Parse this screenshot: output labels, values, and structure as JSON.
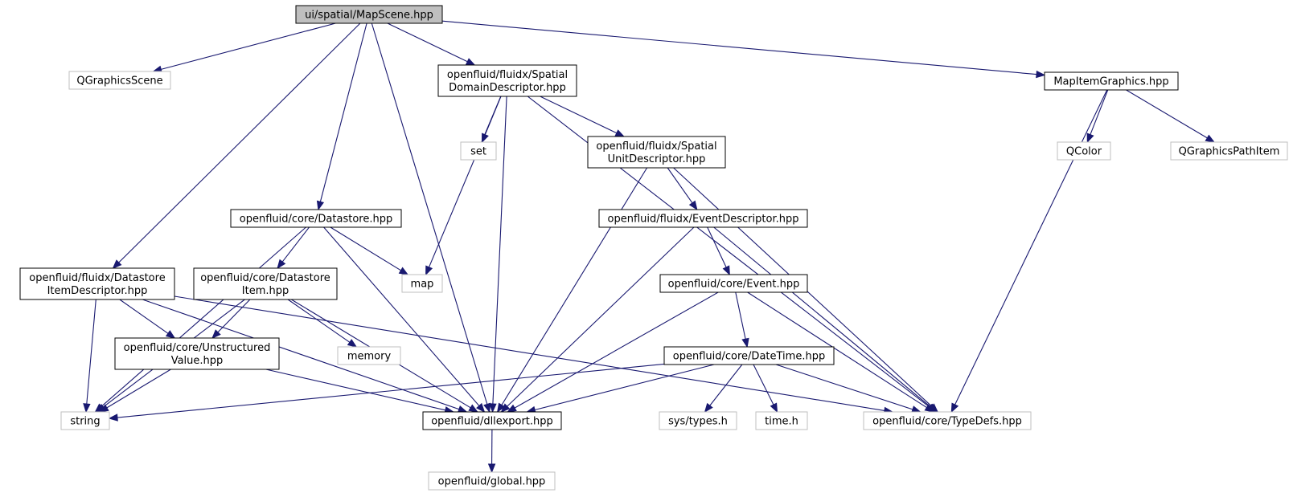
{
  "diagram": {
    "colors": {
      "edge": "#191970",
      "root_fill": "#bfbfbf",
      "node_border": "#000000",
      "external_border": "#bfbfbf",
      "background": "#ffffff"
    },
    "nodes": [
      {
        "id": "n_mapscene",
        "lines": [
          "ui/spatial/MapScene.hpp"
        ],
        "kind": "root"
      },
      {
        "id": "n_qgraphicsscene",
        "lines": [
          "QGraphicsScene"
        ],
        "kind": "external"
      },
      {
        "id": "n_spatialdomain",
        "lines": [
          "openfluid/fluidx/Spatial",
          "DomainDescriptor.hpp"
        ],
        "kind": "local"
      },
      {
        "id": "n_mapitemgraphics",
        "lines": [
          "MapItemGraphics.hpp"
        ],
        "kind": "local"
      },
      {
        "id": "n_set",
        "lines": [
          "set"
        ],
        "kind": "external"
      },
      {
        "id": "n_spatialunit",
        "lines": [
          "openfluid/fluidx/Spatial",
          "UnitDescriptor.hpp"
        ],
        "kind": "local"
      },
      {
        "id": "n_qcolor",
        "lines": [
          "QColor"
        ],
        "kind": "external"
      },
      {
        "id": "n_qgraphicspathitem",
        "lines": [
          "QGraphicsPathItem"
        ],
        "kind": "external"
      },
      {
        "id": "n_datastore",
        "lines": [
          "openfluid/core/Datastore.hpp"
        ],
        "kind": "local"
      },
      {
        "id": "n_eventdescriptor",
        "lines": [
          "openfluid/fluidx/EventDescriptor.hpp"
        ],
        "kind": "local"
      },
      {
        "id": "n_datastoreitemdesc",
        "lines": [
          "openfluid/fluidx/Datastore",
          "ItemDescriptor.hpp"
        ],
        "kind": "local"
      },
      {
        "id": "n_datastoreitem",
        "lines": [
          "openfluid/core/Datastore",
          "Item.hpp"
        ],
        "kind": "local"
      },
      {
        "id": "n_map",
        "lines": [
          "map"
        ],
        "kind": "external"
      },
      {
        "id": "n_event",
        "lines": [
          "openfluid/core/Event.hpp"
        ],
        "kind": "local"
      },
      {
        "id": "n_unstructured",
        "lines": [
          "openfluid/core/Unstructured",
          "Value.hpp"
        ],
        "kind": "local"
      },
      {
        "id": "n_memory",
        "lines": [
          "memory"
        ],
        "kind": "external"
      },
      {
        "id": "n_datetime",
        "lines": [
          "openfluid/core/DateTime.hpp"
        ],
        "kind": "local"
      },
      {
        "id": "n_string",
        "lines": [
          "string"
        ],
        "kind": "external"
      },
      {
        "id": "n_dllexport",
        "lines": [
          "openfluid/dllexport.hpp"
        ],
        "kind": "local"
      },
      {
        "id": "n_systypes",
        "lines": [
          "sys/types.h"
        ],
        "kind": "external"
      },
      {
        "id": "n_timeh",
        "lines": [
          "time.h"
        ],
        "kind": "external"
      },
      {
        "id": "n_typedefs",
        "lines": [
          "openfluid/core/TypeDefs.hpp"
        ],
        "kind": "external"
      },
      {
        "id": "n_global",
        "lines": [
          "openfluid/global.hpp"
        ],
        "kind": "external"
      }
    ],
    "edges": [
      {
        "from": "n_mapscene",
        "to": "n_qgraphicsscene"
      },
      {
        "from": "n_mapscene",
        "to": "n_spatialdomain"
      },
      {
        "from": "n_mapscene",
        "to": "n_mapitemgraphics"
      },
      {
        "from": "n_mapscene",
        "to": "n_datastore"
      },
      {
        "from": "n_mapscene",
        "to": "n_datastoreitemdesc"
      },
      {
        "from": "n_mapscene",
        "to": "n_dllexport"
      },
      {
        "from": "n_spatialdomain",
        "to": "n_set"
      },
      {
        "from": "n_spatialdomain",
        "to": "n_spatialunit"
      },
      {
        "from": "n_spatialdomain",
        "to": "n_map"
      },
      {
        "from": "n_spatialdomain",
        "to": "n_dllexport"
      },
      {
        "from": "n_spatialdomain",
        "to": "n_typedefs"
      },
      {
        "from": "n_mapitemgraphics",
        "to": "n_qcolor"
      },
      {
        "from": "n_mapitemgraphics",
        "to": "n_qgraphicspathitem"
      },
      {
        "from": "n_mapitemgraphics",
        "to": "n_typedefs"
      },
      {
        "from": "n_spatialunit",
        "to": "n_eventdescriptor"
      },
      {
        "from": "n_spatialunit",
        "to": "n_dllexport"
      },
      {
        "from": "n_spatialunit",
        "to": "n_typedefs"
      },
      {
        "from": "n_datastore",
        "to": "n_string"
      },
      {
        "from": "n_datastore",
        "to": "n_datastoreitem"
      },
      {
        "from": "n_datastore",
        "to": "n_map"
      },
      {
        "from": "n_datastore",
        "to": "n_dllexport"
      },
      {
        "from": "n_eventdescriptor",
        "to": "n_event"
      },
      {
        "from": "n_eventdescriptor",
        "to": "n_dllexport"
      },
      {
        "from": "n_eventdescriptor",
        "to": "n_typedefs"
      },
      {
        "from": "n_datastoreitemdesc",
        "to": "n_string"
      },
      {
        "from": "n_datastoreitemdesc",
        "to": "n_unstructured"
      },
      {
        "from": "n_datastoreitemdesc",
        "to": "n_dllexport"
      },
      {
        "from": "n_datastoreitemdesc",
        "to": "n_typedefs"
      },
      {
        "from": "n_datastoreitem",
        "to": "n_string"
      },
      {
        "from": "n_datastoreitem",
        "to": "n_unstructured"
      },
      {
        "from": "n_datastoreitem",
        "to": "n_memory"
      },
      {
        "from": "n_datastoreitem",
        "to": "n_dllexport"
      },
      {
        "from": "n_event",
        "to": "n_datetime"
      },
      {
        "from": "n_event",
        "to": "n_dllexport"
      },
      {
        "from": "n_event",
        "to": "n_typedefs"
      },
      {
        "from": "n_unstructured",
        "to": "n_string"
      },
      {
        "from": "n_unstructured",
        "to": "n_dllexport"
      },
      {
        "from": "n_datetime",
        "to": "n_string"
      },
      {
        "from": "n_datetime",
        "to": "n_dllexport"
      },
      {
        "from": "n_datetime",
        "to": "n_systypes"
      },
      {
        "from": "n_datetime",
        "to": "n_timeh"
      },
      {
        "from": "n_datetime",
        "to": "n_typedefs"
      },
      {
        "from": "n_dllexport",
        "to": "n_global"
      }
    ]
  }
}
